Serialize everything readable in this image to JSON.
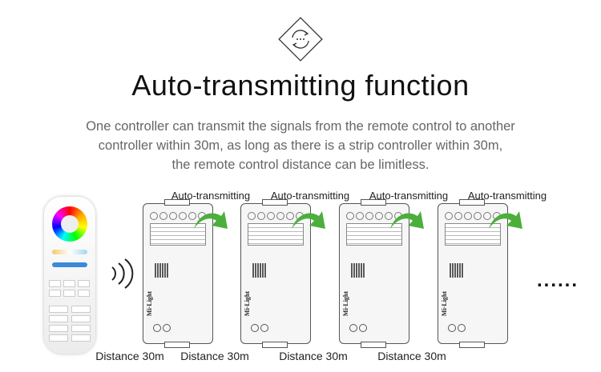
{
  "header": {
    "icon": "auto-transmit-icon",
    "title": "Auto-transmitting function",
    "description": [
      "One controller can transmit the signals from the remote control to another",
      "controller within 30m, as long as there is a strip controller within 30m,",
      "the remote control distance can be limitless."
    ]
  },
  "diagram": {
    "transmit_labels": [
      "Auto-transmitting",
      "Auto-transmitting",
      "Auto-transmitting",
      "Auto-transmitting"
    ],
    "distance_labels": [
      "Distance 30m",
      "Distance 30m",
      "Distance 30m",
      "Distance 30m"
    ],
    "brand": "Mi·Light",
    "arrow_color": "#4caf3c",
    "continuation": "......"
  }
}
